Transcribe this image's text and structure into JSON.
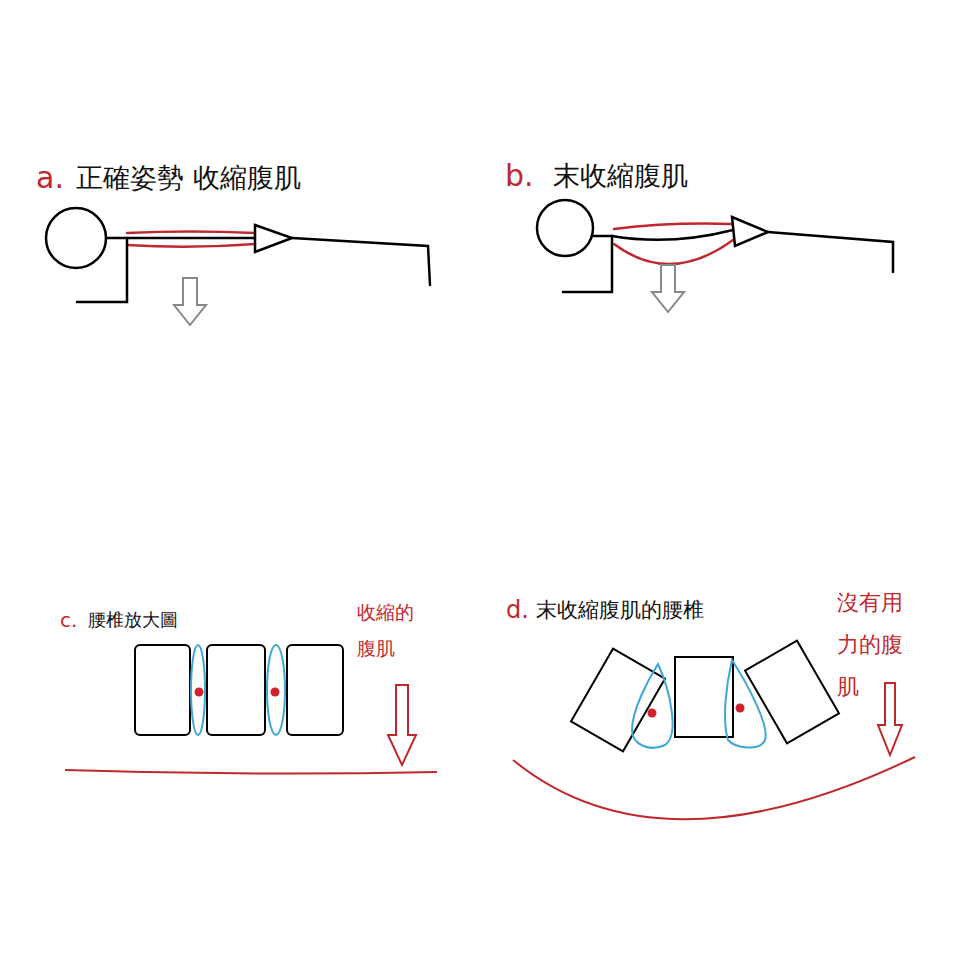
{
  "diagram": {
    "labels": [
      "a.",
      "正確姿勢 收縮腹肌",
      "b.",
      "末收縮腹肌",
      "c.",
      "腰椎放大圖",
      "收縮的 腹肌",
      "d.",
      "末收縮腹肌的腰椎",
      "沒有用 力的腹 肌"
    ]
  }
}
